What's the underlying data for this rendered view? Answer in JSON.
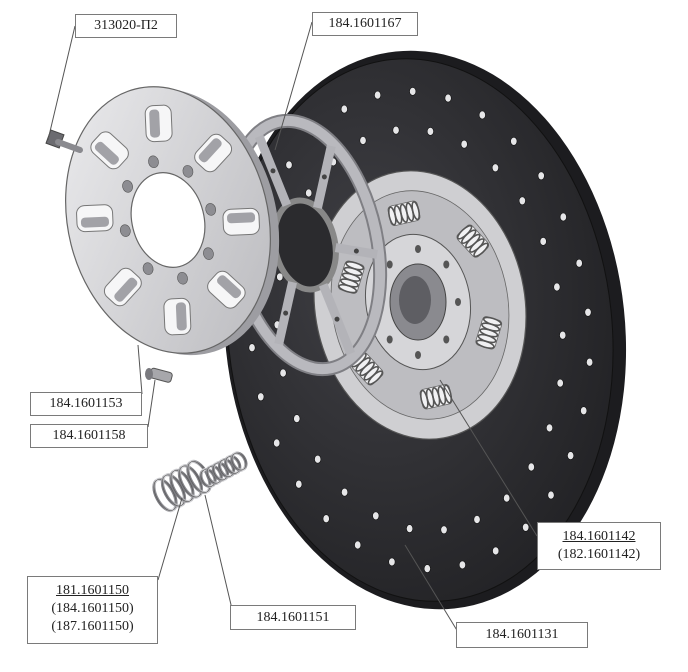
{
  "colors": {
    "friction_face": "#2f2f33",
    "metal_light": "#d9d9dc",
    "metal_mid": "#a9a9ad",
    "metal_dark": "#6d6d72",
    "outline": "#555558",
    "leader": "#555555"
  },
  "labels": {
    "bolt": "313020-П2",
    "plate": "184.1601167",
    "rivet_1": "184.1601153",
    "rivet_2": "184.1601158",
    "spring_main": "181.1601150",
    "spring_alt_1": "(184.1601150)",
    "spring_alt_2": "(187.1601150)",
    "spring_small": "184.1601151",
    "hub_main": "184.1601142",
    "hub_alt": "(182.1601142)",
    "disc": "184.1601131"
  }
}
